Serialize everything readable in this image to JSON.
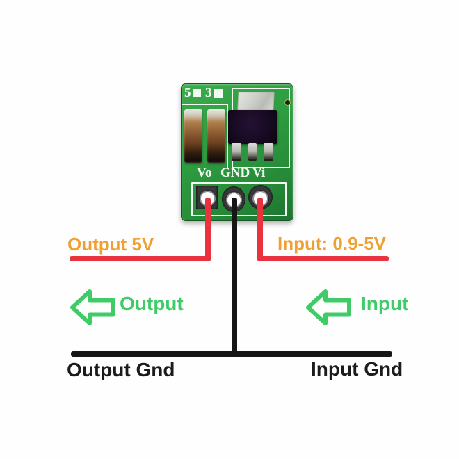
{
  "pcb": {
    "silkscreen": {
      "jumper5_label": "5",
      "jumper3_label": "3",
      "pin_vo": "Vo",
      "pin_gnd": "GND",
      "pin_vi": "Vi"
    }
  },
  "annotations": {
    "output_voltage_label": "Output 5V",
    "input_voltage_label": "Input: 0.9-5V",
    "output_arrow_label": "Output",
    "input_arrow_label": "Input",
    "output_gnd_label": "Output Gnd",
    "input_gnd_label": "Input Gnd"
  },
  "colors": {
    "pcb_green": "#2d9b3f",
    "wire_red": "#e8333e",
    "wire_black": "#161616",
    "voltage_label_orange": "#f0a033",
    "arrow_green": "#3ecb68",
    "gnd_label_black": "#1b1b1b",
    "silkscreen_white": "#f2faf2"
  }
}
